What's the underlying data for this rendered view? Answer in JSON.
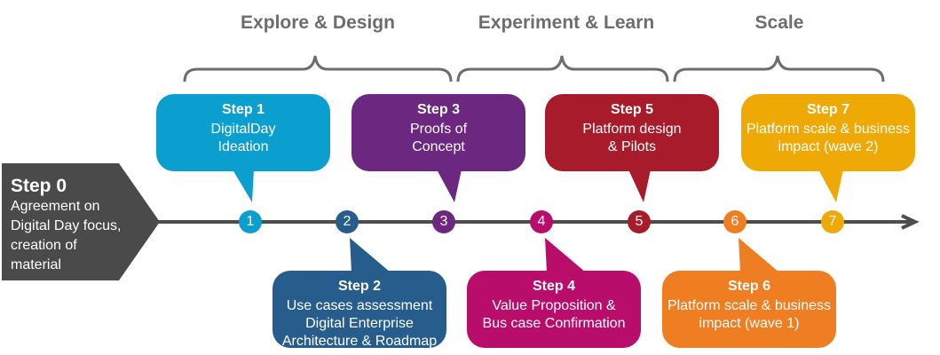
{
  "phases": [
    {
      "label": "Explore & Design",
      "color": "#6d6d6d"
    },
    {
      "label": "Experiment & Learn",
      "color": "#6d6d6d"
    },
    {
      "label": "Scale",
      "color": "#6d6d6d"
    }
  ],
  "step0": {
    "title": "Step 0",
    "lines": [
      "Agreement on",
      "Digital Day focus,",
      "creation of",
      "material"
    ],
    "color": "#4a4a4a"
  },
  "steps": [
    {
      "number": "1",
      "title": "Step 1",
      "lines": [
        "DigitalDay",
        "Ideation"
      ],
      "color": "#0b9fd0",
      "position": "top"
    },
    {
      "number": "2",
      "title": "Step 2",
      "lines": [
        "Use cases assessment",
        "Digital Enterprise",
        "Architecture & Roadmap"
      ],
      "color": "#275d8c",
      "position": "bottom"
    },
    {
      "number": "3",
      "title": "Step 3",
      "lines": [
        "Proofs of",
        "Concept"
      ],
      "color": "#6c2780",
      "position": "top"
    },
    {
      "number": "4",
      "title": "Step 4",
      "lines": [
        "Value Proposition &",
        "Bus case Confirmation"
      ],
      "color": "#b80d6b",
      "position": "bottom"
    },
    {
      "number": "5",
      "title": "Step 5",
      "lines": [
        "Platform design",
        "& Pilots"
      ],
      "color": "#a81b2a",
      "position": "top"
    },
    {
      "number": "6",
      "title": "Step 6",
      "lines": [
        "Platform scale & business",
        "impact (wave 1)"
      ],
      "color": "#ef7d22",
      "position": "bottom"
    },
    {
      "number": "7",
      "title": "Step 7",
      "lines": [
        "Platform scale & business",
        "impact (wave 2)"
      ],
      "color": "#eea905",
      "position": "top"
    }
  ],
  "timeline_color": "#4d4d4d",
  "bracket_color": "#6d6d6d"
}
